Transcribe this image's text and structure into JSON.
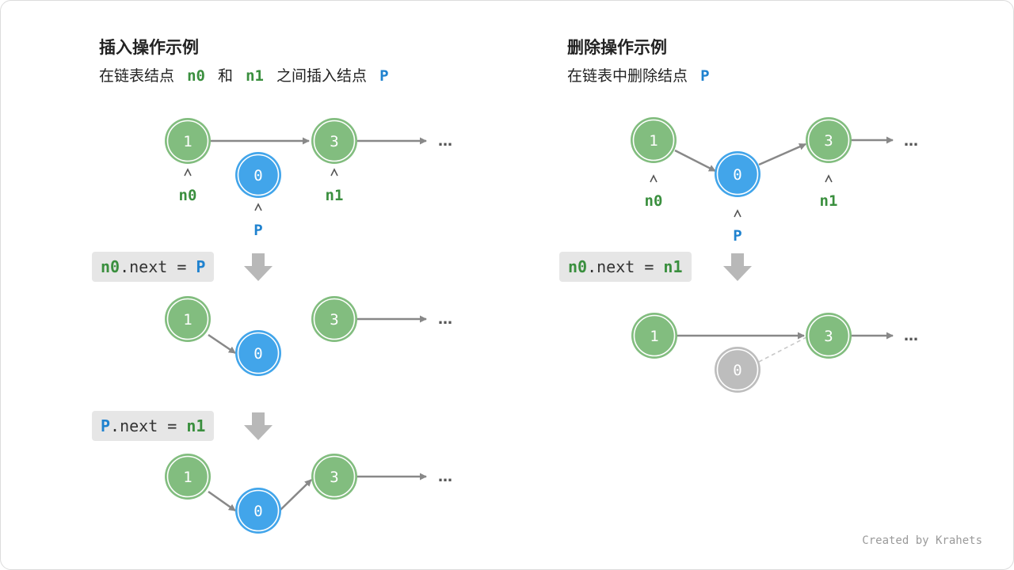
{
  "insert": {
    "title": "插入操作示例",
    "subtitle_parts": [
      "在链表结点",
      "n0",
      "和",
      "n1",
      "之间插入结点",
      "P"
    ],
    "step1": {
      "left": "n0",
      "op": ".next = ",
      "right": "P"
    },
    "step2": {
      "left": "P",
      "op": ".next = ",
      "right": "n1"
    }
  },
  "delete": {
    "title": "删除操作示例",
    "subtitle_parts": [
      "在链表中删除结点",
      "P"
    ],
    "step1": {
      "left": "n0",
      "op": ".next = ",
      "right": "n1"
    }
  },
  "nodes": {
    "first": "1",
    "new": "0",
    "next": "3"
  },
  "labels": {
    "n0": "n0",
    "n1": "n1",
    "p": "P",
    "ellipsis": "…"
  },
  "colors": {
    "green_node": "#82bd7f",
    "blue_node": "#42a5ea",
    "grey_node": "#bdbdbd",
    "edge": "#888888"
  },
  "credit": "Created by Krahets"
}
